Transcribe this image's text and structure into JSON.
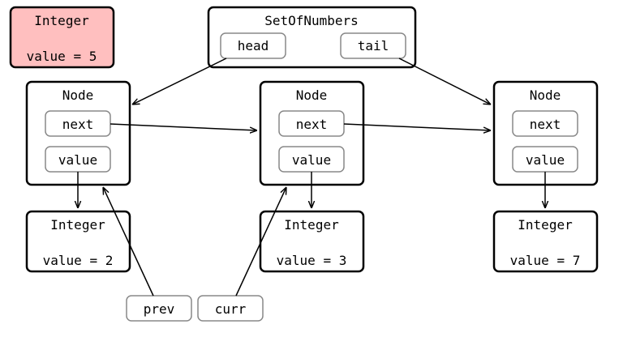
{
  "integer_loose": {
    "title": "Integer",
    "value": "value = 5",
    "fill": "#ffbfbf"
  },
  "set": {
    "title": "SetOfNumbers",
    "head": "head",
    "tail": "tail"
  },
  "nodes": [
    {
      "title": "Node",
      "next": "next",
      "value": "value"
    },
    {
      "title": "Node",
      "next": "next",
      "value": "value"
    },
    {
      "title": "Node",
      "next": "next",
      "value": "value"
    }
  ],
  "integers": [
    {
      "title": "Integer",
      "value": "value = 2"
    },
    {
      "title": "Integer",
      "value": "value = 3"
    },
    {
      "title": "Integer",
      "value": "value = 7"
    }
  ],
  "pointers": {
    "prev": "prev",
    "curr": "curr"
  }
}
